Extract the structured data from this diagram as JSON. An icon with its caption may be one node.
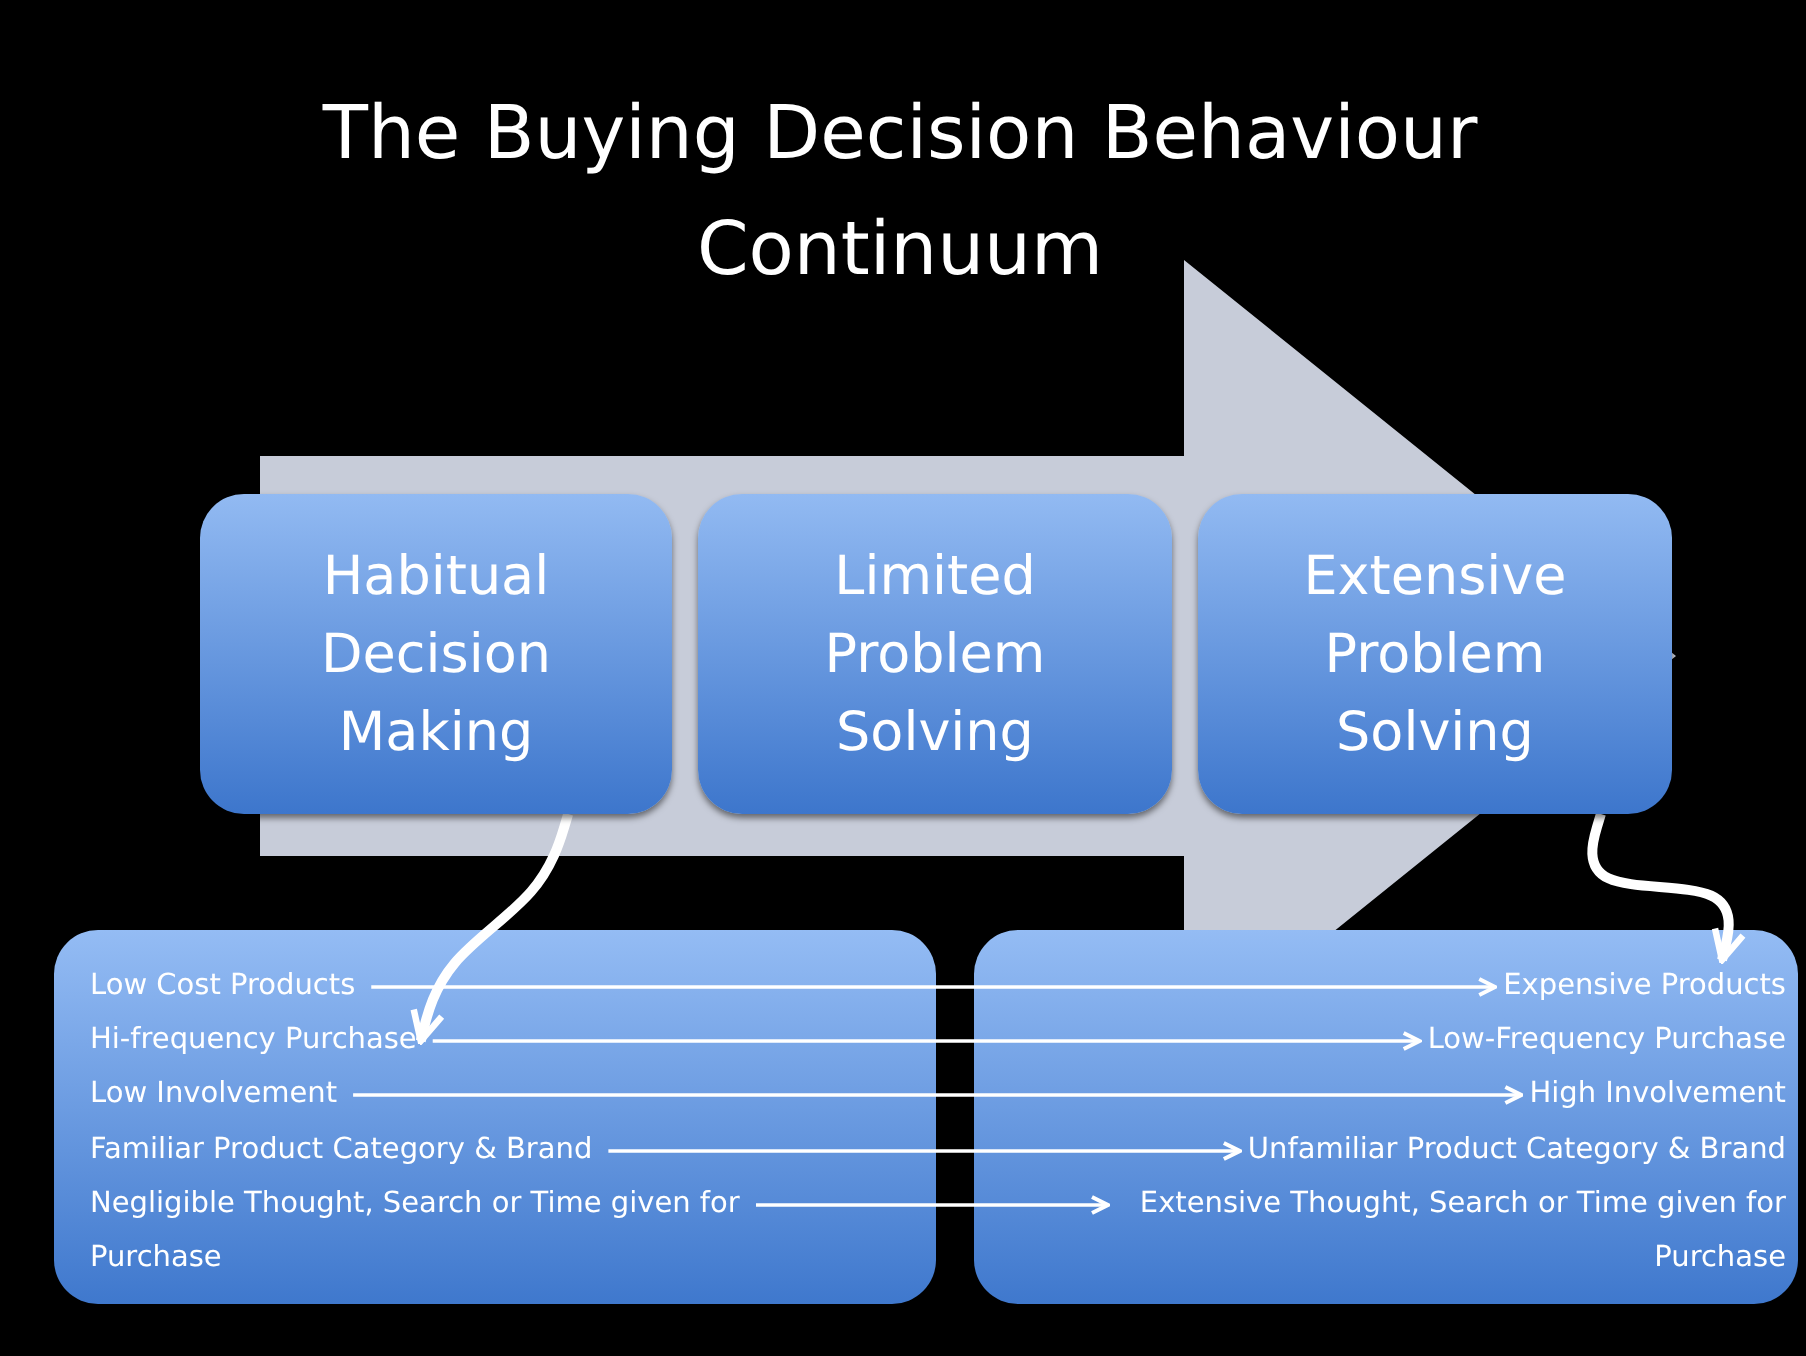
{
  "diagram": {
    "title": "The Buying Decision Behaviour Continuum",
    "nodes": [
      {
        "text": [
          "Habitual Decision Making"
        ]
      },
      {
        "text": [
          "Limited Problem Solving"
        ]
      },
      {
        "text": [
          "Extensive Problem Solving"
        ]
      },
      {
        "text": [],
        "shape": "box"
      },
      {
        "text": [
          "Low Cost Products"
        ],
        "in": 3
      },
      {
        "text": [
          "Hi-frequency Purchase"
        ],
        "in": 3
      },
      {
        "text": [
          "Low Involvement"
        ],
        "in": 3
      },
      {
        "text": [
          "Familiar Product Category & Brand"
        ],
        "in": 3
      },
      {
        "text": [
          "Negligible Thought, Search or Time given for Purchase"
        ],
        "in": 3
      },
      {
        "text": [],
        "shape": "box"
      },
      {
        "text": [
          "Expensive Products"
        ],
        "in": 9
      },
      {
        "text": [
          "Low-Frequency Purchase"
        ],
        "in": 9
      },
      {
        "text": [
          "High Involvement"
        ],
        "in": 9
      },
      {
        "text": [
          "Unfamiliar Product Category & Brand"
        ],
        "in": 9
      },
      {
        "text": [
          "Extensive Thought, Search or Time given for Purchase"
        ],
        "in": 9
      }
    ],
    "edges": [
      {
        "from": 0,
        "to": 2,
        "arrow": "to",
        "style": "thick",
        "color": "#c7ccd9"
      },
      {
        "from": 0,
        "to": 5,
        "arrow": "to",
        "style": "thick"
      },
      {
        "from": 2,
        "to": 10,
        "arrow": "to",
        "style": "thick"
      },
      {
        "from": 4,
        "to": 10,
        "arrow": "to"
      },
      {
        "from": 5,
        "to": 11,
        "arrow": "to"
      },
      {
        "from": 6,
        "to": 12,
        "arrow": "to"
      },
      {
        "from": 7,
        "to": 13,
        "arrow": "to"
      },
      {
        "from": 8,
        "to": 14,
        "arrow": "to"
      }
    ]
  }
}
